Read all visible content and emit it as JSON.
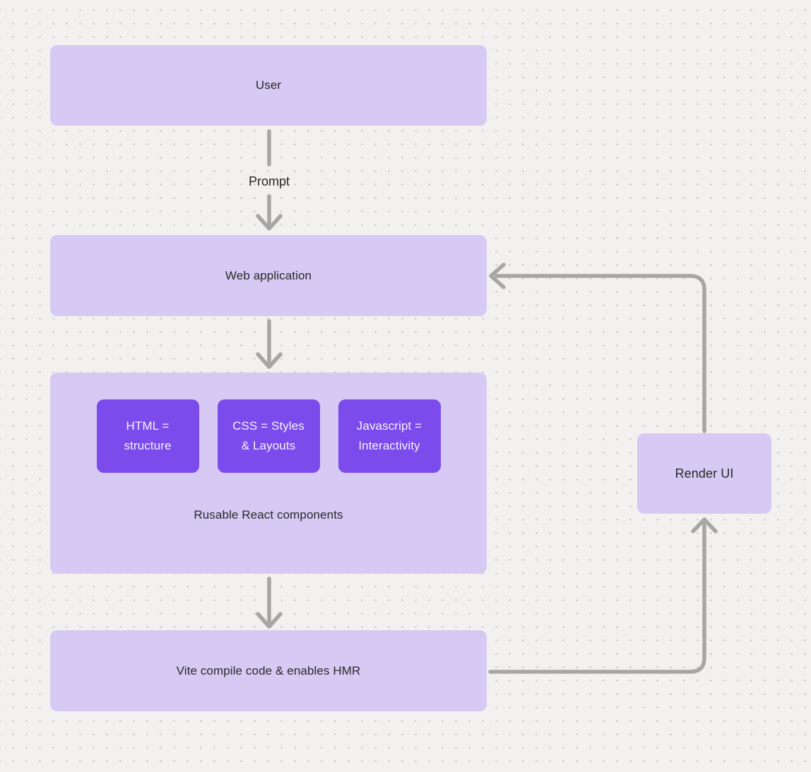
{
  "colors": {
    "canvas_bg": "#f2f1ef",
    "dot": "#c2c0bd",
    "node_fill": "#d6caf4",
    "chip_fill": "#7b4bec",
    "arrow": "#a6a6a6",
    "node_text": "#282828",
    "chip_text": "#f7f3ff"
  },
  "diagram": {
    "nodes": {
      "user": "User",
      "web_application": "Web application",
      "group_caption": "Rusable React components",
      "chips": [
        {
          "label": "HTML =\nstructure"
        },
        {
          "label": "CSS = Styles\n& Layouts"
        },
        {
          "label": "Javascript =\nInteractivity"
        }
      ],
      "vite": "Vite compile code & enables HMR",
      "render_ui": "Render UI"
    },
    "edge_labels": {
      "prompt": "Prompt"
    }
  }
}
